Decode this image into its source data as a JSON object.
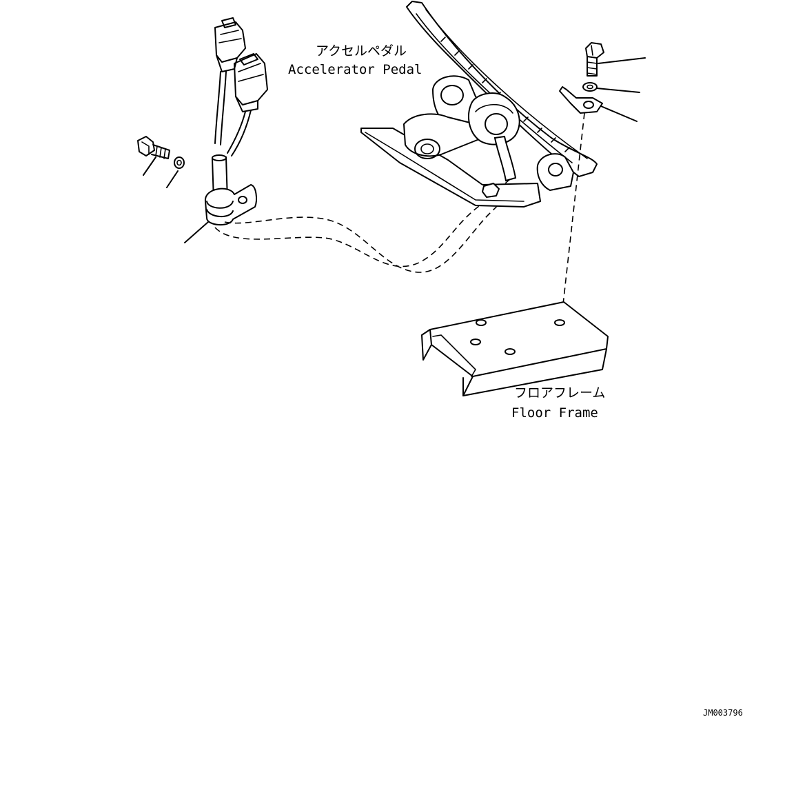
{
  "labels": {
    "accelerator_pedal_jp": "アクセルペダル",
    "accelerator_pedal_en": "Accelerator Pedal",
    "floor_frame_jp": "フロアフレーム",
    "floor_frame_en": "Floor Frame",
    "drawing_number": "JM003796"
  },
  "colors": {
    "line": "#000000",
    "background": "#ffffff"
  }
}
